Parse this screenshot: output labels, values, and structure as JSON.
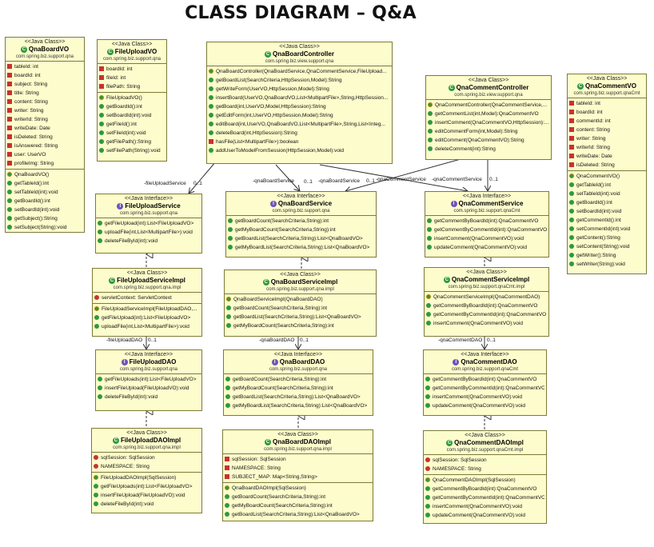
{
  "title": "CLASS DIAGRAM – Q&A",
  "classes": {
    "qnaBoardVO": {
      "stereotype": "<<Java Class>>",
      "name": "QnaBoardVO",
      "package": "com.spring.biz.support.qna",
      "fields": [
        "tableId: int",
        "boardId: int",
        "subject: String",
        "title: String",
        "content: String",
        "writer: String",
        "writerId: String",
        "writeDate: Date",
        "isDeleted: String",
        "isAnswered: String",
        "user: UserVO",
        "profileImg: String"
      ],
      "methods": [
        "QnaBoardVO()",
        "getTableId():int",
        "setTableId(int):void",
        "getBoardId():int",
        "setBoardId(int):void",
        "getSubject():String",
        "setSubject(String):void"
      ]
    },
    "fileUploadVO": {
      "stereotype": "<<Java Class>>",
      "name": "FileUploadVO",
      "package": "com.spring.biz.support.qna",
      "fields": [
        "boardId: int",
        "fileId: int",
        "filePath: String"
      ],
      "methods": [
        "FileUploadVO()",
        "getBoardId():int",
        "setBoardId(int):void",
        "getFileId():int",
        "setFileId(int):void",
        "getFilePath():String",
        "setFilePath(String):void"
      ]
    },
    "qnaBoardController": {
      "stereotype": "<<Java Class>>",
      "name": "QnaBoardController",
      "package": "com.spring.biz.view.support.qna",
      "methods": [
        "QnaBoardController(QnaBoardService,QnaCommentService,FileUpload...",
        "getBoardList(SearchCriteria,HttpSession,Model):String",
        "getWriteForm(UserVO,HttpSession,Model):String",
        "insertBoard(UserVO,QnaBoardVO,List<MultipartFile>,String,HttpSession...",
        "getBoard(int,UserVO,Model,HttpSession):String",
        "getEditForm(int,UserVO,HttpSession,Model):String",
        "editBoard(int,UserVO,QnaBoardVO,List<MultipartFile>,String,List<Integ...",
        "deleteBoard(int,HttpSession):String",
        "hasFile(List<MultipartFile>):boolean",
        "addUserToModelFromSession(HttpSession,Model):void"
      ]
    },
    "qnaCommentController": {
      "stereotype": "<<Java Class>>",
      "name": "QnaCommentController",
      "package": "com.spring.biz.view.support.qna",
      "methods": [
        "QnaCommentController(QnaCommentService,...",
        "getCommentList(int,Model):QnaCommentVO",
        "insertComment(QnaCommentVO,HttpSession):...",
        "editCommentForm(int,Model):String",
        "editComment(QnaCommentVO):String",
        "deleteComment(int):String"
      ]
    },
    "qnaCommentVO": {
      "stereotype": "<<Java Class>>",
      "name": "QnaCommentVO",
      "package": "com.spring.biz.support.qnaCmt",
      "fields": [
        "tableId: int",
        "boardId: int",
        "commentId: int",
        "content: String",
        "writer: String",
        "writerId: String",
        "writeDate: Date",
        "isDeleted: String"
      ],
      "methods": [
        "QnaCommentVO()",
        "getTableId():int",
        "setTableId(int):void",
        "getBoardId():int",
        "setBoardId(int):void",
        "getCommentId():int",
        "setCommentId(int):void",
        "getContent():String",
        "setContent(String):void",
        "getWriter():String",
        "setWriter(String):void"
      ]
    },
    "fileUploadService": {
      "stereotype": "<<Java Interface>>",
      "name": "FileUploadService",
      "package": "com.spring.biz.support.qna",
      "methods": [
        "getFileUpload(int):List<FileUploadVO>",
        "uploadFile(int,List<MultipartFile>):void",
        "deleteFileById(int):void"
      ]
    },
    "qnaBoardService": {
      "stereotype": "<<Java Interface>>",
      "name": "QnaBoardService",
      "package": "com.spring.biz.support.qna",
      "methods": [
        "getBoardCount(SearchCriteria,String):int",
        "getMyBoardCount(SearchCriteria,String):int",
        "getBoardList(SearchCriteria,String):List<QnaBoardVO>",
        "getMyBoardList(SearchCriteria,String):List<QnaBoardVO>"
      ]
    },
    "qnaCommentService": {
      "stereotype": "<<Java Interface>>",
      "name": "QnaCommentService",
      "package": "com.spring.biz.support.qnaCmt",
      "methods": [
        "getCommentByBoardId(int):QnaCommentVO",
        "getCommentByCommentId(int):QnaCommentVO",
        "insertComment(QnaCommentVO):void",
        "updateComment(QnaCommentVO):void"
      ]
    },
    "fileUploadServiceImpl": {
      "stereotype": "<<Java Class>>",
      "name": "FileUploadServiceImpl",
      "package": "com.spring.biz.support.qna.impl",
      "fields": [
        "servletContext: ServletContext"
      ],
      "methods": [
        "FileUploadServiceImpl(FileUploadDAO,...",
        "getFileUpload(int):List<FileUploadVO>",
        "uploadFile(int,List<MultipartFile>):void"
      ]
    },
    "qnaBoardServiceImpl": {
      "stereotype": "<<Java Class>>",
      "name": "QnaBoardServiceImpl",
      "package": "com.spring.biz.support.qna.impl",
      "methods": [
        "QnaBoardServiceImpl(QnaBoardDAO)",
        "getBoardCount(SearchCriteria,String):int",
        "getBoardList(SearchCriteria,String):List<QnaBoardVO>",
        "getMyBoardCount(SearchCriteria,String):int"
      ]
    },
    "qnaCommentServiceImpl": {
      "stereotype": "<<Java Class>>",
      "name": "QnaCommentServiceImpl",
      "package": "com.spring.biz.support.qnaCmt.impl",
      "methods": [
        "QnaCommentServiceImpl(QnaCommentDAO)",
        "getCommentByBoardId(int):QnaCommentVO",
        "getCommentByCommentId(int):QnaCommentVO",
        "insertComment(QnaCommentVO):void"
      ]
    },
    "fileUploadDAO": {
      "stereotype": "<<Java Interface>>",
      "name": "FileUploadDAO",
      "package": "com.spring.biz.support.qna",
      "methods": [
        "getFileUploads(int):List<FileUploadVO>",
        "insertFileUpload(FileUploadVO):void",
        "deleteFileById(int):void"
      ]
    },
    "qnaBoardDAO": {
      "stereotype": "<<Java Interface>>",
      "name": "QnaBoardDAO",
      "package": "com.spring.biz.support.qna",
      "methods": [
        "getBoardCount(SearchCriteria,String):int",
        "getMyBoardCount(SearchCriteria,String):int",
        "getBoardList(SearchCriteria,String):List<QnaBoardVO>",
        "getMyBoardList(SearchCriteria,String):List<QnaBoardVO>"
      ]
    },
    "qnaCommentDAO": {
      "stereotype": "<<Java Interface>>",
      "name": "QnaCommentDAO",
      "package": "com.spring.biz.support.qnaCmt",
      "methods": [
        "getCommentByBoardId(int):QnaCommentVO",
        "getCommentByCommentId(int):QnaCommentVO",
        "insertComment(QnaCommentVO):void",
        "updateComment(QnaCommentVO):void"
      ]
    },
    "fileUploadDAOImpl": {
      "stereotype": "<<Java Class>>",
      "name": "FileUploadDAOImpl",
      "package": "com.spring.biz.support.qna.impl",
      "fields": [
        "sqlSession: SqlSession",
        "NAMESPACE: String"
      ],
      "methods": [
        "FileUploadDAOImpl(SqlSession)",
        "getFileUploads(int):List<FileUploadVO>",
        "insertFileUpload(FileUploadVO):void",
        "deleteFileById(int):void"
      ]
    },
    "qnaBoardDAOImpl": {
      "stereotype": "<<Java Class>>",
      "name": "QnaBoardDAOImpl",
      "package": "com.spring.biz.support.qna.impl",
      "fields": [
        "sqlSession: SqlSession",
        "NAMESPACE: String",
        "SUBJECT_MAP: Map<String,String>"
      ],
      "methods": [
        "QnaBoardDAOImpl(SqlSession)",
        "getBoardCount(SearchCriteria,String):int",
        "getMyBoardCount(SearchCriteria,String):int",
        "getBoardList(SearchCriteria,String):List<QnaBoardVO>"
      ]
    },
    "qnaCommentDAOImpl": {
      "stereotype": "<<Java Class>>",
      "name": "QnaCommentDAOImpl",
      "package": "com.spring.biz.support.qnaCmt.impl",
      "fields": [
        "sqlSession: SqlSession",
        "NAMESPACE: String"
      ],
      "methods": [
        "QnaCommentDAOImpl(SqlSession)",
        "getCommentByBoardId(int):QnaCommentVO",
        "getCommentByCommentId(int):QnaCommentVO",
        "insertComment(QnaCommentVO):void",
        "updateComment(QnaCommentVO):void"
      ]
    }
  },
  "edges": {
    "fileUploadService": "-fileUploadService",
    "fileUploadServiceMult": "0..1",
    "qnaBoardService": "-qnaBoardService",
    "qnaBoardServiceMult": "0..1",
    "qnaBoardService2": "-qnaBoardService",
    "qnaBoardService2Mult": "0..1",
    "qnaCommentService": "-qnaCommentService",
    "qnaCommentService2": "-qnaCommentService",
    "qnaCommentServiceMult": "0..1",
    "fileUploadDAO": "-fileUploadDAO",
    "fileUploadDAOMult": "0..1",
    "qnaBoardDAO": "-qnaBoardDAO",
    "qnaBoardDAOMult": "0..1",
    "qnaCommentDAO": "-qnaCommentDAO",
    "qnaCommentDAOMult": "0..1"
  }
}
